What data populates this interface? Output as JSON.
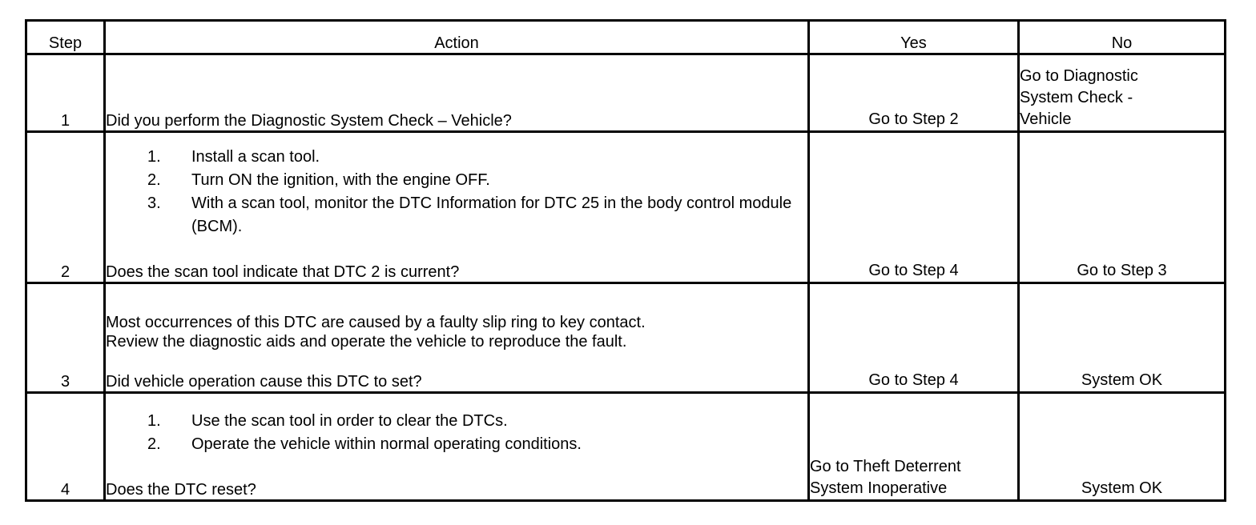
{
  "table": {
    "headers": {
      "step": "Step",
      "action": "Action",
      "yes": "Yes",
      "no": "No"
    },
    "rows": [
      {
        "step": "1",
        "action": {
          "list": [],
          "question": "Did you perform the Diagnostic System Check – Vehicle?"
        },
        "yes": {
          "lines": [
            "Go to Step 2"
          ],
          "align": "center",
          "valign": "bottom"
        },
        "no": {
          "lines": [
            "Go to Diagnostic",
            "System Check -",
            "Vehicle"
          ],
          "align": "left",
          "valign": "top"
        }
      },
      {
        "step": "2",
        "action": {
          "list": [
            {
              "num": "1.",
              "text": "Install a scan tool."
            },
            {
              "num": "2.",
              "text": "Turn ON the ignition, with the engine OFF."
            },
            {
              "num": "3.",
              "text": "With a scan tool, monitor the DTC Information for DTC 25 in the body control module (BCM)."
            }
          ],
          "question": "Does the scan tool indicate that DTC 2 is current?"
        },
        "yes": {
          "lines": [
            "Go to Step 4"
          ],
          "align": "center",
          "valign": "bottom"
        },
        "no": {
          "lines": [
            "Go to Step 3"
          ],
          "align": "center",
          "valign": "bottom"
        }
      },
      {
        "step": "3",
        "action": {
          "paragraph": [
            "Most occurrences of this DTC are caused by a faulty slip ring to key contact.",
            "Review the diagnostic aids and operate the vehicle to reproduce the fault."
          ],
          "list": [],
          "question": "Did vehicle operation cause this DTC to set?"
        },
        "yes": {
          "lines": [
            "Go to Step 4"
          ],
          "align": "center",
          "valign": "bottom"
        },
        "no": {
          "lines": [
            "System OK"
          ],
          "align": "center",
          "valign": "bottom"
        }
      },
      {
        "step": "4",
        "action": {
          "list": [
            {
              "num": "1.",
              "text": "Use the scan tool in order to clear the DTCs."
            },
            {
              "num": "2.",
              "text": "Operate the vehicle within normal operating conditions."
            }
          ],
          "question": "Does the DTC reset?"
        },
        "yes": {
          "lines": [
            "Go to Theft Deterrent",
            "System Inoperative"
          ],
          "align": "left",
          "valign": "bottom"
        },
        "no": {
          "lines": [
            "System OK"
          ],
          "align": "center",
          "valign": "bottom"
        }
      }
    ]
  },
  "colors": {
    "border": "#000000",
    "text": "#000000",
    "background": "#ffffff"
  }
}
